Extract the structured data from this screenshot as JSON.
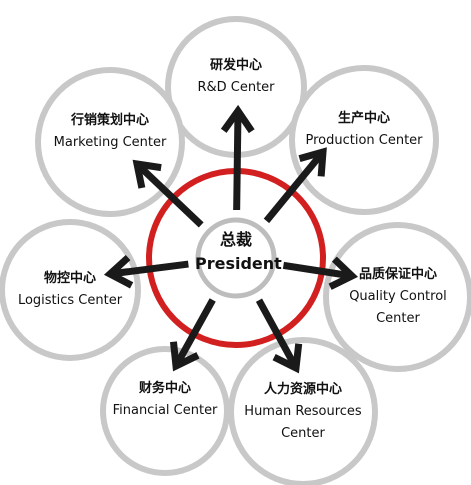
{
  "colors": {
    "ring_red": "#d21f1f",
    "bubble_stroke": "#c8c8c8",
    "arrow": "#1a1a1a",
    "text": "#111111"
  },
  "center": {
    "zh": "总裁",
    "en": "President"
  },
  "centers": [
    {
      "key": "rd",
      "zh": "研发中心",
      "en_lines": [
        "R&D Center"
      ]
    },
    {
      "key": "production",
      "zh": "生产中心",
      "en_lines": [
        "Production Center"
      ]
    },
    {
      "key": "quality",
      "zh": "品质保证中心",
      "en_lines": [
        "Quality Control",
        "Center"
      ]
    },
    {
      "key": "hr",
      "zh": "人力资源中心",
      "en_lines": [
        "Human Resources",
        "Center"
      ]
    },
    {
      "key": "financial",
      "zh": "财务中心",
      "en_lines": [
        "Financial Center"
      ]
    },
    {
      "key": "logistics",
      "zh": "物控中心",
      "en_lines": [
        "Logistics Center"
      ]
    },
    {
      "key": "marketing",
      "zh": "行销策划中心",
      "en_lines": [
        "Marketing Center"
      ]
    }
  ]
}
